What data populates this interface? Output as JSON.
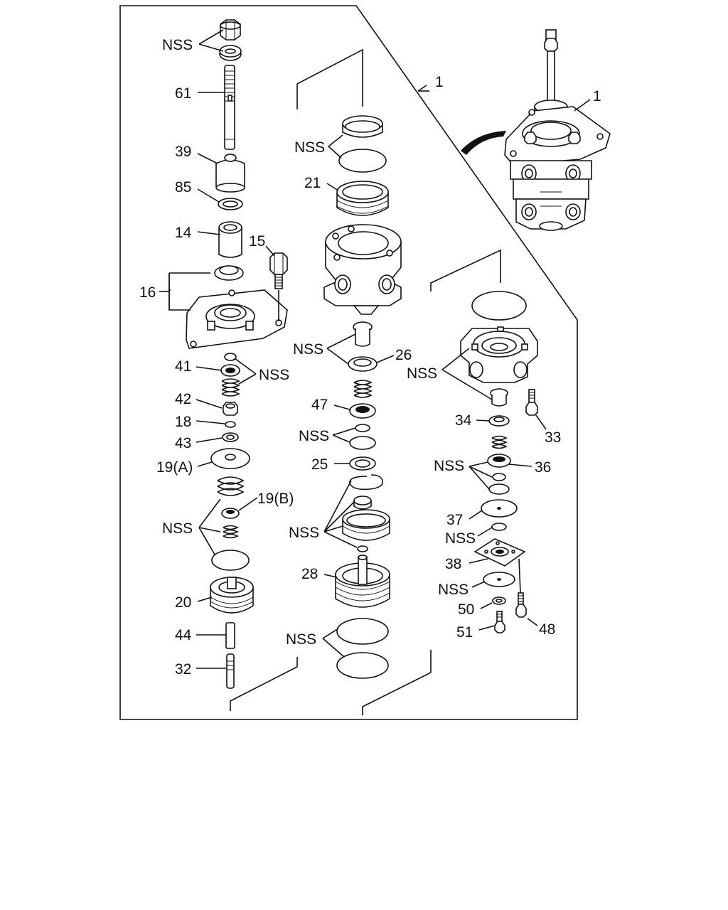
{
  "diagram": {
    "labels": {
      "nss_top": "NSS",
      "p61": "61",
      "p39": "39",
      "p85": "85",
      "p14": "14",
      "p15": "15",
      "p16": "16",
      "p41": "41",
      "nss_41": "NSS",
      "p42": "42",
      "p18": "18",
      "p43": "43",
      "p19a": "19(A)",
      "p19b": "19(B)",
      "nss_19": "NSS",
      "p20": "20",
      "p44": "44",
      "p32": "32",
      "p1_center": "1",
      "p1_right": "1",
      "nss_21": "NSS",
      "p21": "21",
      "nss_26": "NSS",
      "p26": "26",
      "p47": "47",
      "nss_47": "NSS",
      "p25": "25",
      "nss_28": "NSS",
      "p28": "28",
      "nss_bottom": "NSS",
      "nss_34": "NSS",
      "p33": "33",
      "p34": "34",
      "nss_36": "NSS",
      "p36": "36",
      "p37": "37",
      "nss_37": "NSS",
      "p38": "38",
      "nss_50": "NSS",
      "p50": "50",
      "p51": "51",
      "p48": "48"
    }
  }
}
